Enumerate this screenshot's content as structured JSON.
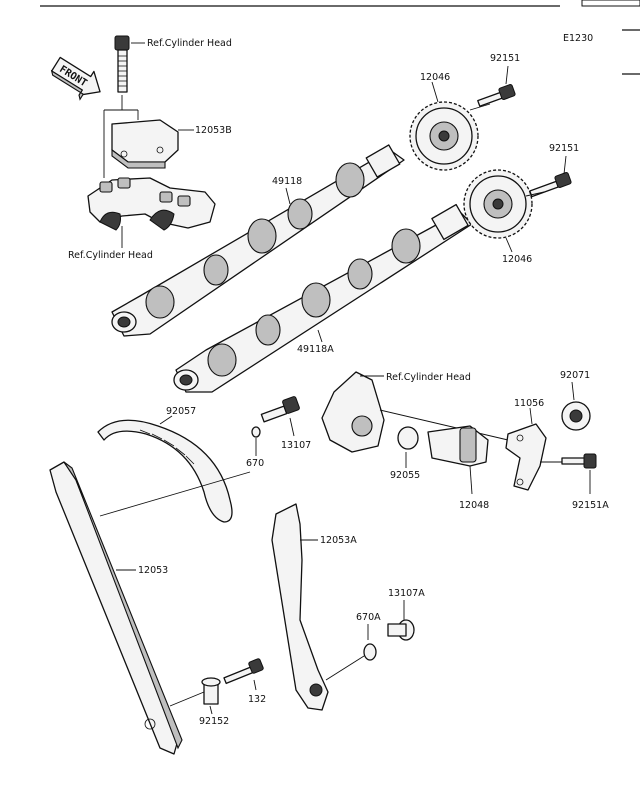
{
  "diagram_code": "E1230",
  "front_badge": "FRONT",
  "labels": {
    "ref_cyl_head_top": "Ref.Cylinder Head",
    "bracket": "12053B",
    "ref_cyl_head_left": "Ref.Cylinder Head",
    "camshaft_exhaust": "49118",
    "camshaft_intake": "49118A",
    "sprocket_top": "12046",
    "bolt_top": "92151",
    "bolt_right": "92151",
    "sprocket_lower": "12046",
    "ref_cyl_head_mid": "Ref.Cylinder Head",
    "cap": "92071",
    "gasket_plate": "11056",
    "chain": "92057",
    "bolt_guide": "13107",
    "washer": "670",
    "oring": "92055",
    "tensioner": "12048",
    "bolt_plate": "92151A",
    "guide_long": "12053",
    "guide_tensioner": "12053A",
    "bolt_pivot": "13107A",
    "washer_pivot": "670A",
    "collar": "92152",
    "bolt_small": "132"
  }
}
